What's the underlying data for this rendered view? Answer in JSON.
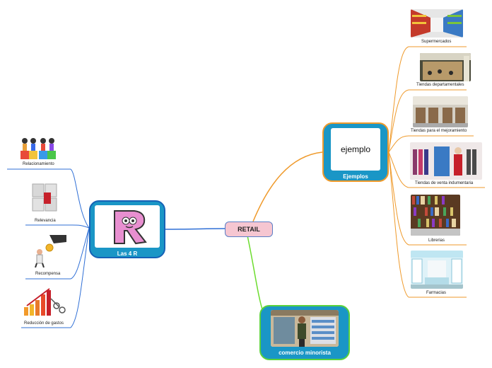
{
  "central": {
    "label": "RETAIL"
  },
  "branches": {
    "las4r": {
      "label": "Las 4 R",
      "children": [
        "Relacionamiento",
        "Relevancia",
        "Recompensa",
        "Reducción de gastos"
      ]
    },
    "ejemplos": {
      "label": "Ejemplos",
      "image_text": "ejemplo",
      "children": [
        "Supermercados",
        "Tiendas departamentales",
        "Tiendas para el mejoramiento",
        "Tiendas de venta indumentaria",
        "Librerias",
        "Farmacias"
      ]
    },
    "comercio": {
      "label": "comercio minorista"
    }
  },
  "colors": {
    "central_fill": "#f6c6d1",
    "node_fill": "#1a96c6",
    "las4r_line": "#2f6fd6",
    "ejemplos_line": "#ef9a2b",
    "comercio_line": "#6cdc2e"
  }
}
